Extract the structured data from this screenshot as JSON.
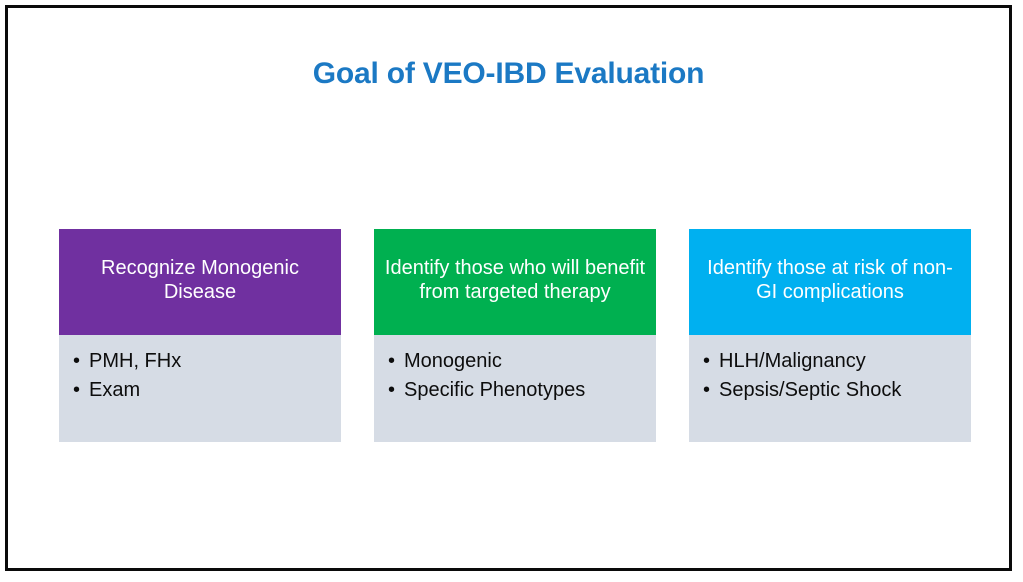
{
  "slide": {
    "title": "Goal of VEO-IBD Evaluation",
    "title_color": "#1B79C4",
    "background_color": "#FFFFFF",
    "border_color": "#0A0A0A",
    "bullet_glyph": "•",
    "body_background_color": "#D6DCE5",
    "body_text_color": "#0D0D0D"
  },
  "cards": [
    {
      "header": "Recognize Monogenic Disease",
      "header_color": "#7030A0",
      "header_text_color": "#FFFFFF",
      "bullets": [
        "PMH, FHx",
        "Exam"
      ]
    },
    {
      "header": "Identify those who will benefit from targeted therapy",
      "header_color": "#00B050",
      "header_text_color": "#FFFFFF",
      "bullets": [
        "Monogenic",
        "Specific Phenotypes"
      ]
    },
    {
      "header": "Identify those at risk of non-GI complications",
      "header_color": "#00B0F0",
      "header_text_color": "#FFFFFF",
      "bullets": [
        "HLH/Malignancy",
        "Sepsis/Septic Shock"
      ]
    }
  ]
}
